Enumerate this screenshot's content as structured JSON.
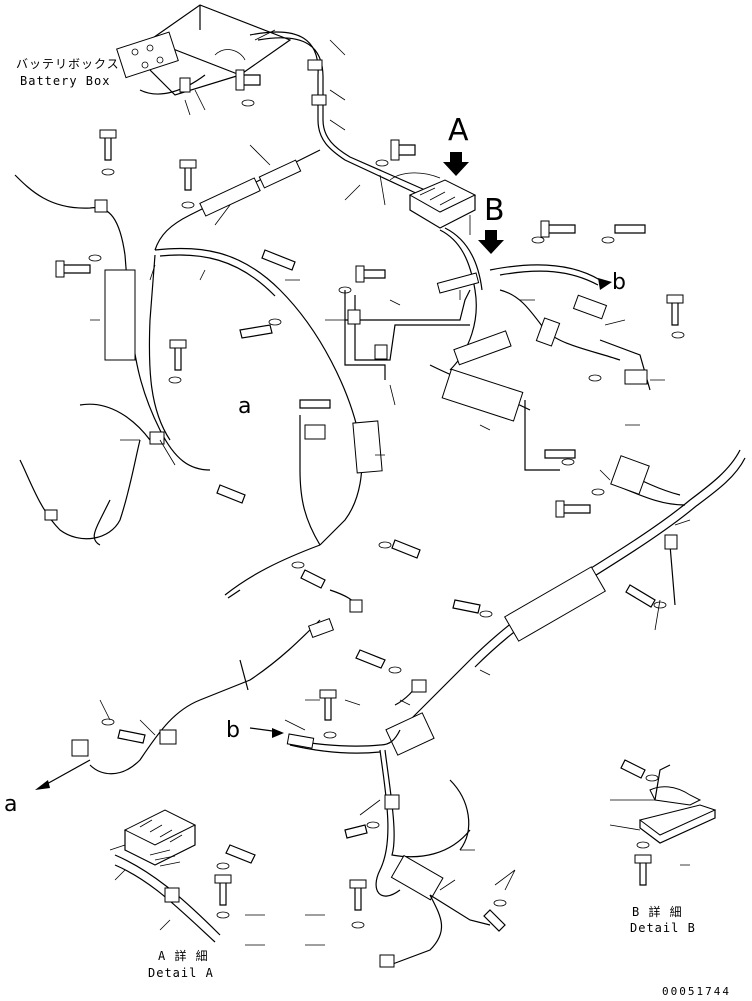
{
  "labels": {
    "battery_box_jp": "バッテリボックス",
    "battery_box_en": "Battery Box",
    "marker_A": "A",
    "marker_B": "B",
    "ref_a": "a",
    "ref_b": "b",
    "detail_a_jp": "A 詳 細",
    "detail_a_en": "Detail A",
    "detail_b_jp": "B 詳 細",
    "detail_b_en": "Detail B",
    "doc_number": "00051744"
  }
}
